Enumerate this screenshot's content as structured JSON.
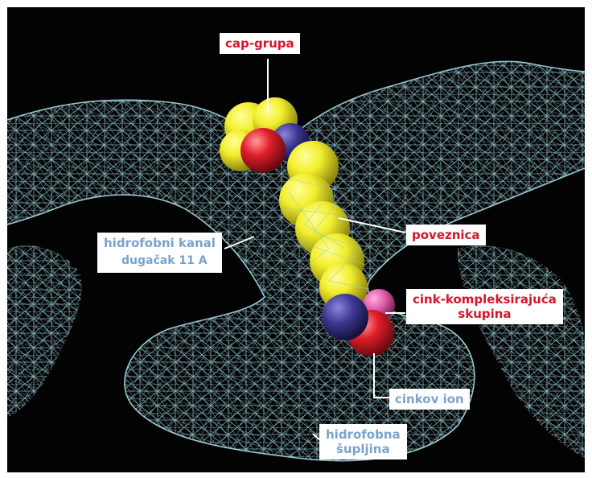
{
  "labels": {
    "cap_group": "cap-grupa",
    "linker": "poveznica",
    "hydrophobic_channel_line1": "hidrofobni kanal",
    "hydrophobic_channel_line2": "dugačak 11 A",
    "zinc_binding_line1": "cink-kompleksirajuća",
    "zinc_binding_line2": "skupina",
    "zinc_ion": "cinkov ion",
    "hydrophobic_cavity_line1": "hidrofobna",
    "hydrophobic_cavity_line2": "šupljina"
  },
  "colors": {
    "background": "#030303",
    "mesh": "#8fc4cf",
    "label_red": "#d4172a",
    "label_blue": "#7aa3cc",
    "sphere_yellow": "#f2ee2c",
    "sphere_red": "#e01e2a",
    "sphere_blue": "#3b3590",
    "sphere_pink": "#e05aa8"
  }
}
